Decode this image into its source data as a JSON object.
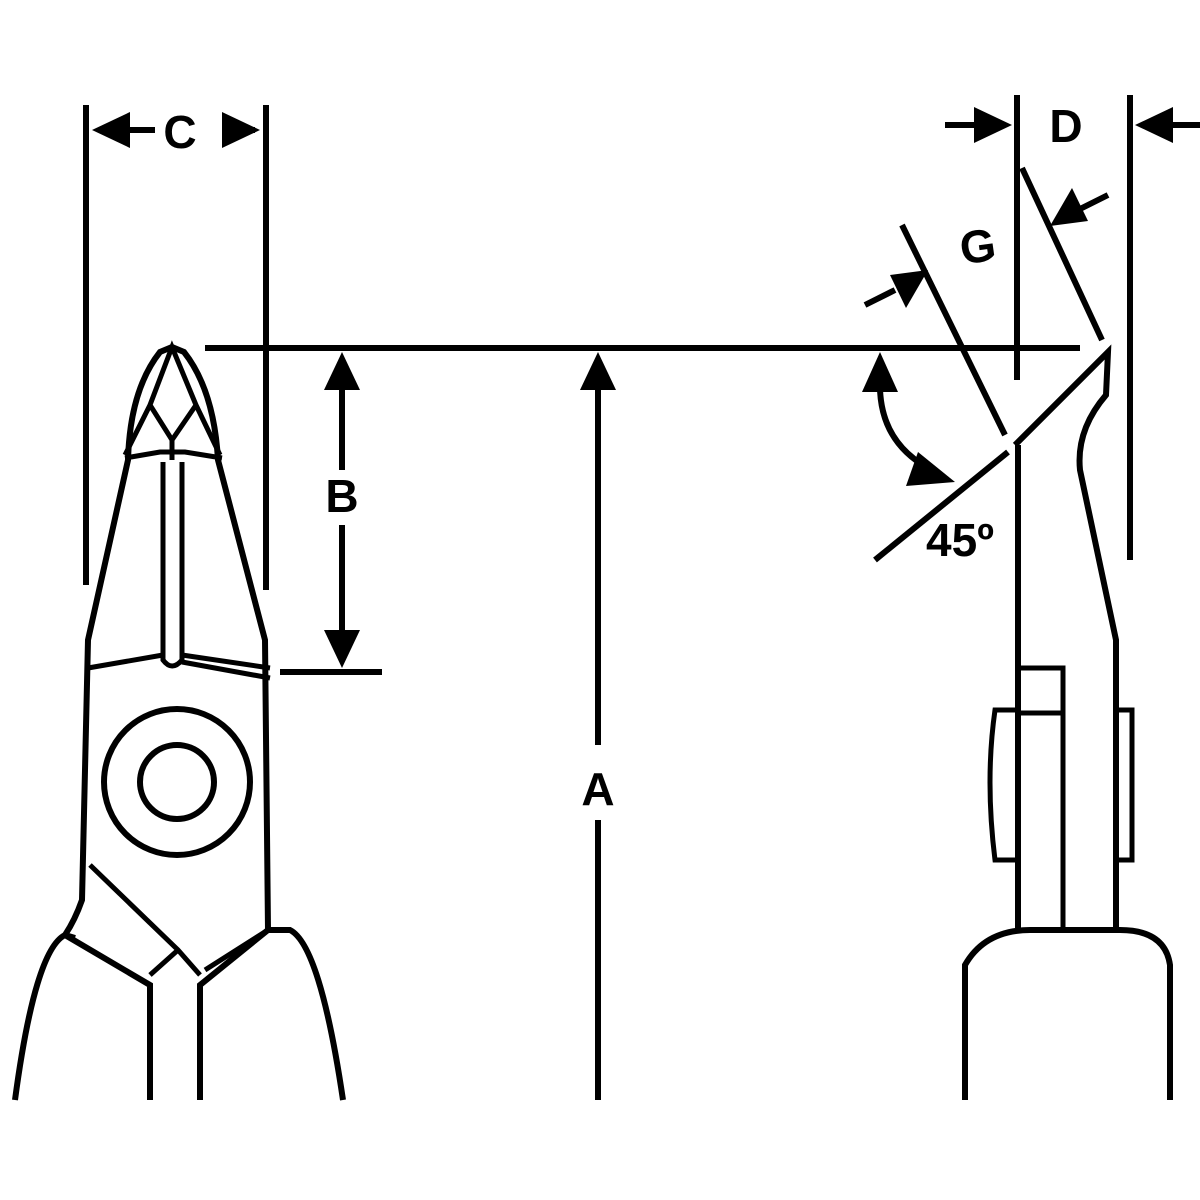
{
  "labels": {
    "a": "A",
    "b": "B",
    "c": "C",
    "d": "D",
    "g": "G",
    "angle": "45º"
  },
  "colors": {
    "line": "#000000",
    "background": "#ffffff"
  }
}
